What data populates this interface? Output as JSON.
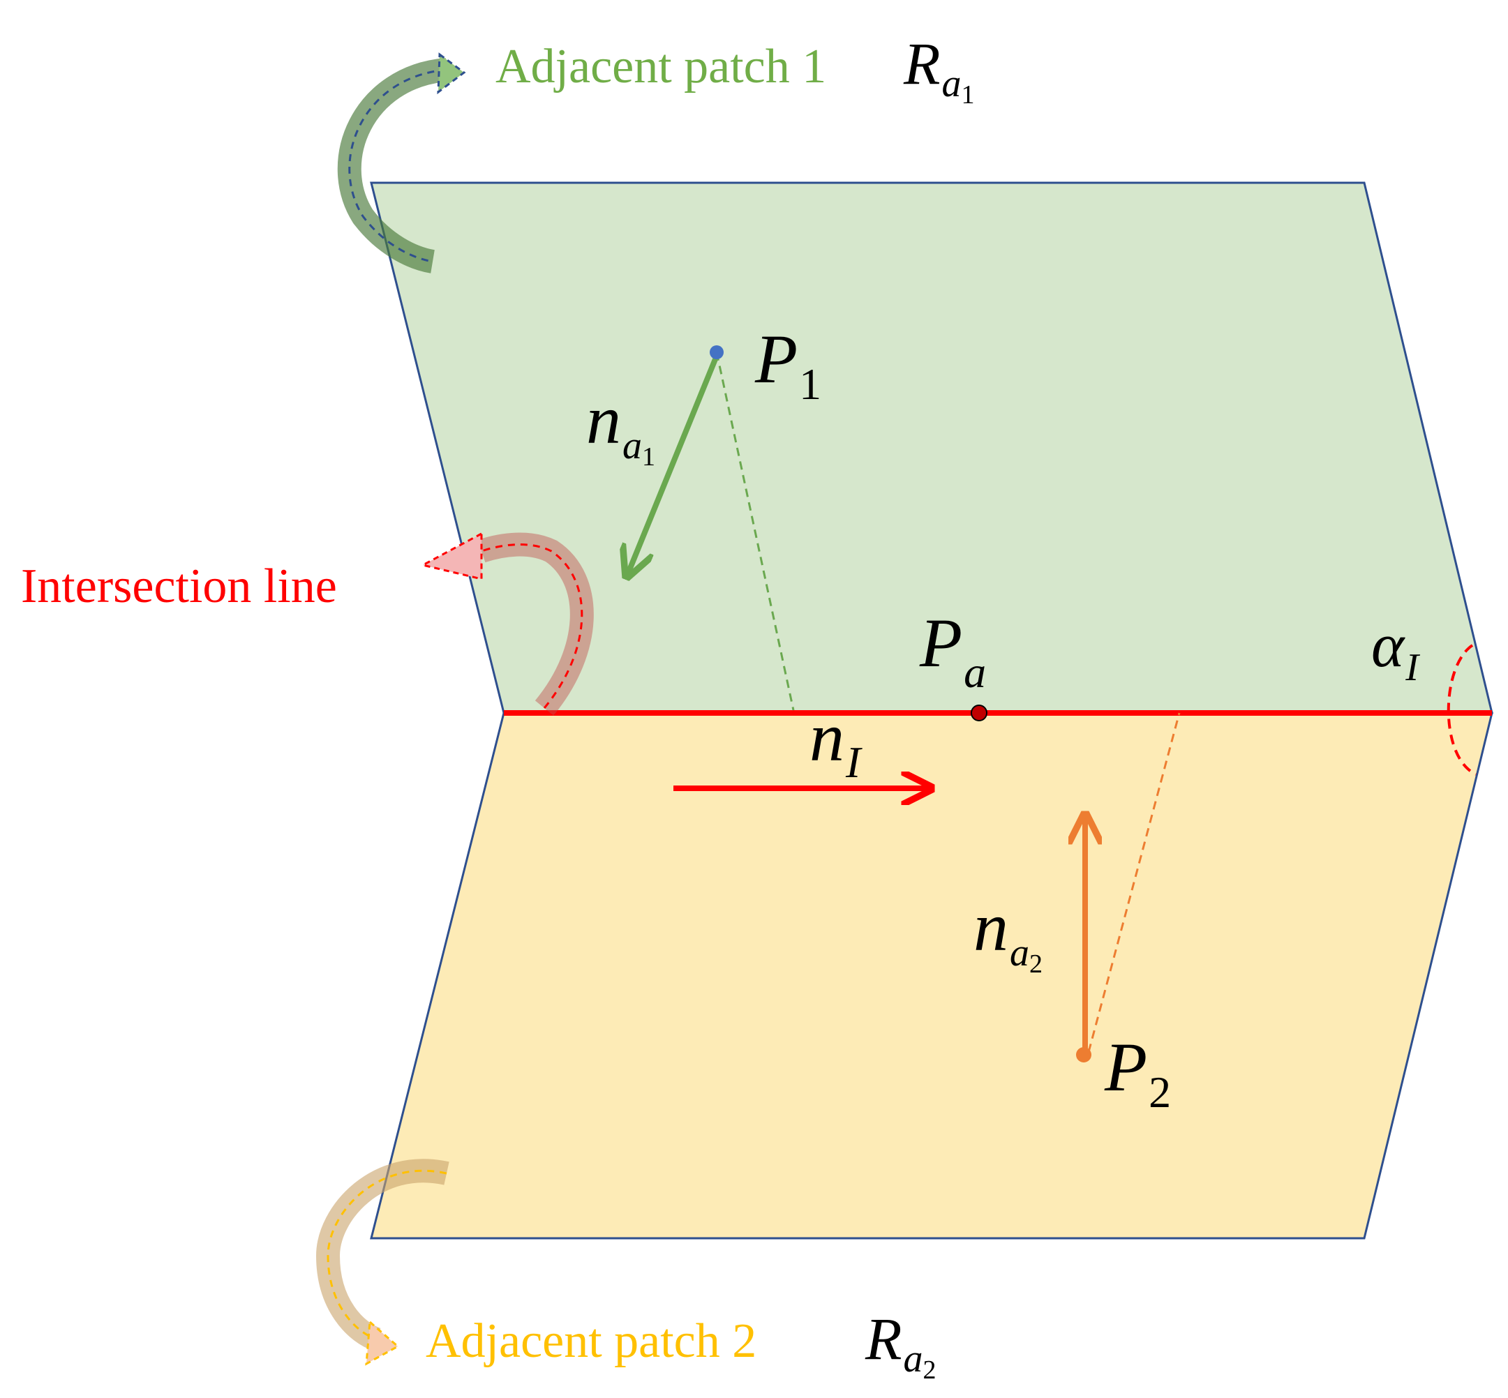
{
  "labels": {
    "patch1": "Adjacent patch 1",
    "patch2": "Adjacent patch 2",
    "intersection": "Intersection line",
    "R": "R",
    "a": "a",
    "sub1": "1",
    "sub2": "2",
    "P": "P",
    "n": "n",
    "I": "I",
    "alpha": "α"
  },
  "colors": {
    "patch1_fill": "#d6e7cc",
    "patch2_fill": "#fdebb6",
    "outline": "#2e4f8e",
    "intersection": "#ff0000",
    "green_label": "#70ad47",
    "green_vector": "#6aa84f",
    "yellow_label": "#ffc000",
    "orange_vector": "#ed7d31",
    "point_p1": "#4472c4",
    "point_pa": "#c00000",
    "text_dark": "#000000"
  }
}
